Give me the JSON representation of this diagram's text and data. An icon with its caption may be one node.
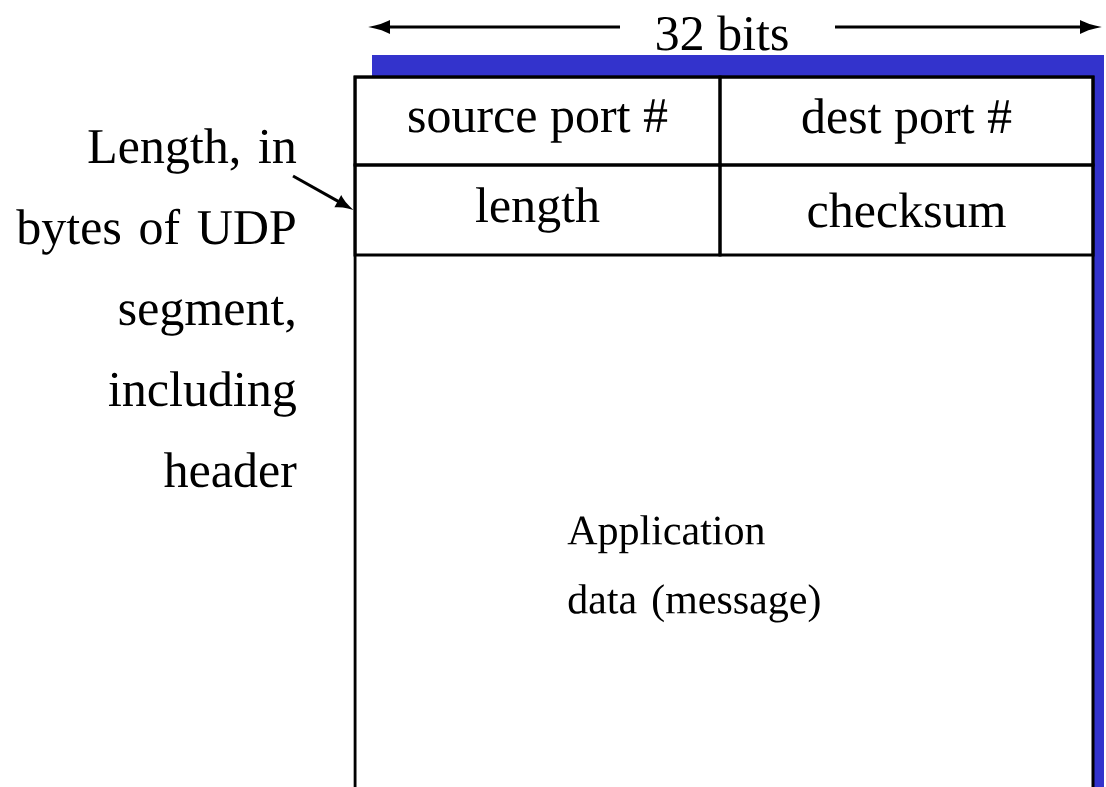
{
  "diagram": {
    "nodes": [
      {
        "text": [
          "source port #"
        ]
      },
      {
        "text": [
          "dest port #"
        ]
      },
      {
        "text": [
          "length"
        ]
      },
      {
        "text": [
          "checksum"
        ]
      },
      {
        "text": [
          "Application data (message)"
        ]
      },
      {
        "text": [
          "Length, in bytes of UDP segment, including header"
        ]
      }
    ],
    "edges": [
      {
        "from": 5,
        "to": 2,
        "arrow": "to"
      }
    ],
    "labels": [
      "32 bits"
    ]
  }
}
